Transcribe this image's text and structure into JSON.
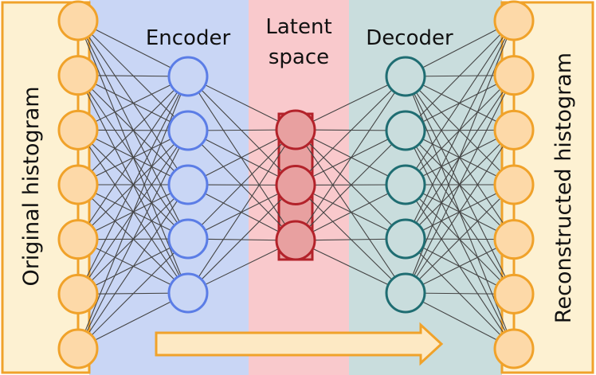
{
  "labels": {
    "input": "Original histogram",
    "encoder": "Encoder",
    "latent_line1": "Latent",
    "latent_line2": "space",
    "decoder": "Decoder",
    "output": "Reconstructed histogram"
  },
  "colors": {
    "input_panel": "#fdf1d2",
    "input_border": "#f0a22a",
    "encoder_panel": "#c9d6f5",
    "latent_panel": "#f9c9cc",
    "decoder_panel": "#c9dddd",
    "input_node_fill": "#fdd9a8",
    "input_node_stroke": "#f0a22a",
    "encoder_node_stroke": "#5b7de6",
    "latent_node_fill": "#e8a0a0",
    "latent_node_stroke": "#b3222a",
    "decoder_node_stroke": "#1f6d72",
    "edge": "#444444",
    "arrow_fill": "#fde9c4",
    "arrow_stroke": "#f0a22a"
  },
  "layers": {
    "input_nodes": 7,
    "encoder_nodes": 5,
    "latent_nodes": 3,
    "decoder_nodes": 5,
    "output_nodes": 7
  }
}
